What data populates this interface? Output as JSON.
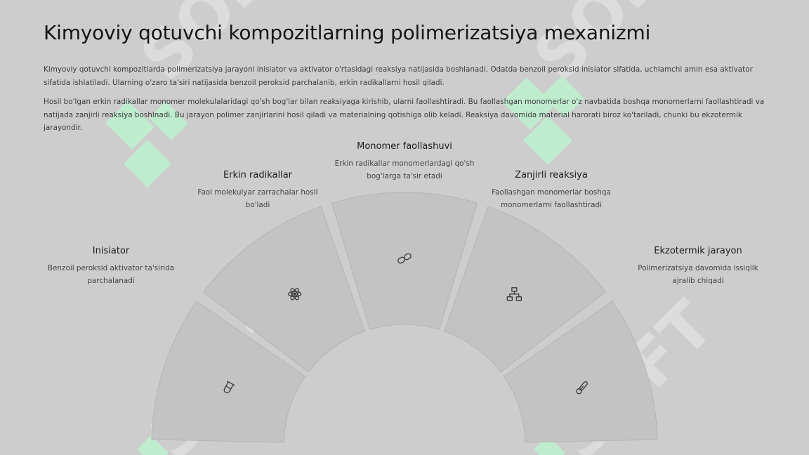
{
  "title": "Kimyoviy qotuvchi kompozitlarning polimerizatsiya mexanizmi",
  "paragraphs": [
    "Kimyoviy qotuvchi kompozitlarda polimerizatsiya jarayoni inisiator va aktivator o'rtasidagi reaksiya natijasida boshlanadi. Odatda benzoil peroksid inisiator sifatida, uchlamchi amin esa aktivator sifatida ishlatiladi. Ularning o'zaro ta'siri natijasida benzoil peroksid parchalanib, erkin radikallarni hosil qiladi.",
    "Hosil bo'lgan erkin radikallar monomer molekulalaridagi qo'sh bog'lar bilan reaksiyaga kirishib, ularni faollashtiradi. Bu faollashgan monomerlar o'z navbatida boshqa monomerlarni faollashtiradi va natijada zanjirli reaksiya boshlnadi. Bu jarayon polimer zanjirlarini hosil qiladi va materialning qotishiga olib keladi. Reaksiya davomida material harorati biroz ko'tariladi, chunki bu ekzotermik jarayondir."
  ],
  "steps": [
    {
      "title": "Inisiator",
      "desc": "Benzoil peroksid aktivator ta'sirida parchalanadi",
      "icon": "test-tube-icon"
    },
    {
      "title": "Erkin radikallar",
      "desc": "Faol molekulyar zarrachalar hosil bo'ladi",
      "icon": "atom-icon"
    },
    {
      "title": "Monomer faollashuvi",
      "desc": "Erkin radikallar monomerlardagi qo'sh bog'larga ta'sir etadi",
      "icon": "link-icon"
    },
    {
      "title": "Zanjirli reaksiya",
      "desc": "Faollashgan monomerlar boshqa monomerlarni faollashtiradi",
      "icon": "network-icon"
    },
    {
      "title": "Ekzotermik jarayon",
      "desc": "Polimerizatsiya davomida issiqlik ajralib chiqadi",
      "icon": "thermometer-icon"
    }
  ],
  "colors": {
    "background": "#cdcdcd",
    "segment_fill": "#c3c3c3",
    "segment_stroke": "#b4b4b4",
    "icon": "#3a3a3a",
    "watermark_green": "#bfeccf",
    "watermark_text": "#dcdcdc"
  }
}
